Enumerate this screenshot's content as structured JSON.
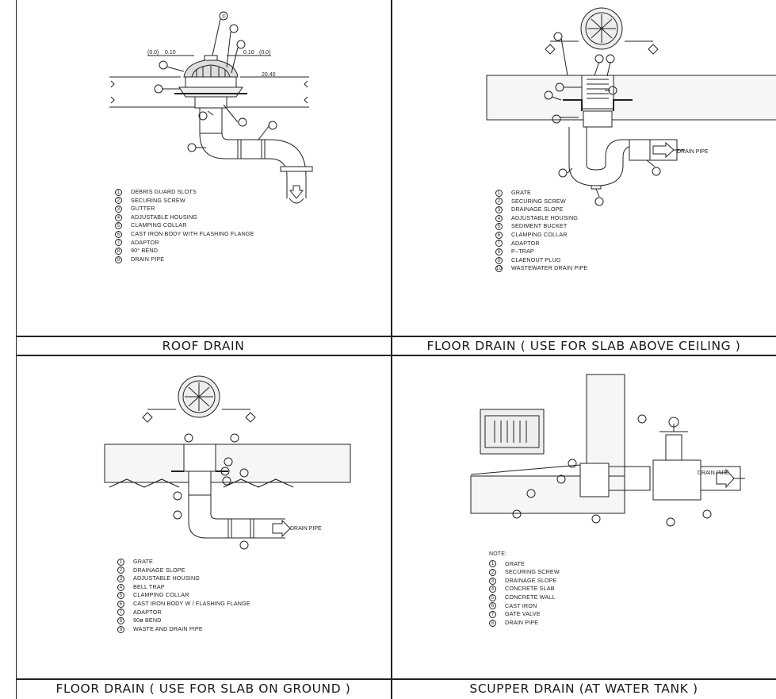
{
  "panels": {
    "roof_drain": {
      "caption": "ROOF DRAIN",
      "legend": [
        "DEBRIS GUARD SLOTS",
        "SECURING SCREW",
        "GUTTER",
        "ADJUSTABLE HOUSING",
        "CLAMPING COLLAR",
        "CAST IRON BODY WITH FLASHING FLANGE",
        "ADAPTOR",
        "90° BEND",
        "DRAIN PIPE"
      ],
      "dims": [
        "(0.0)",
        "0.10",
        "0.10",
        "(0.0)",
        "20.40"
      ]
    },
    "floor_drain_ceiling": {
      "caption": "FLOOR DRAIN ( USE FOR SLAB ABOVE CEILING )",
      "pipe_label": "DRAIN PIPE",
      "legend": [
        "GRATE",
        "SECURING SCREW",
        "DRAINAGE SLOPE",
        "ADJUSTABLE HOUSING",
        "SEDIMENT BUCKET",
        "CLAMPING COLLAR",
        "ADAPTOR",
        "P–TRAP",
        "CLAENOUT PLUG",
        "WASTEWATER DRAIN PIPE"
      ]
    },
    "floor_drain_ground": {
      "caption": "FLOOR DRAIN ( USE FOR SLAB ON GROUND )",
      "pipe_label": "DRAIN PIPE",
      "legend": [
        "GRATE",
        "DRAINAGE SLOPE",
        "ADJUSTABLE HOUSING",
        "BELL TRAP",
        "CLAMPING COLLAR",
        "CAST IRON BODY W / FLASHING FLANGE",
        "ADAPTOR",
        "90ø BEND",
        "WASTE AND DRAIN PIPE"
      ]
    },
    "scupper_drain": {
      "caption": "SCUPPER DRAIN (AT WATER TANK )",
      "pipe_label": "DRAIN PIPE",
      "note": "NOTE:",
      "legend": [
        "GRATE",
        "SECURING SCREW",
        "DRAINAGE SLOPE",
        "CONCRETE SLAB",
        "CONCRETE WALL",
        "CAST IRON",
        "GATE VALVE",
        "DRAIN PIPE"
      ]
    }
  },
  "numbers": [
    "①",
    "②",
    "③",
    "④",
    "⑤",
    "⑥",
    "⑦",
    "⑧",
    "⑨",
    "⑩"
  ]
}
